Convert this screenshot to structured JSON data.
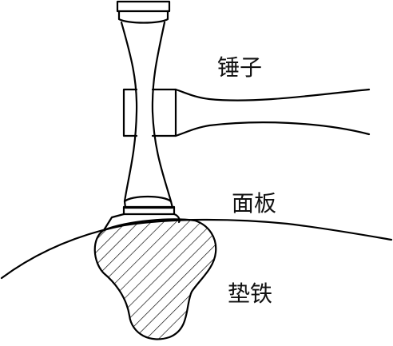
{
  "labels": {
    "hammer": "锤子",
    "panel": "面板",
    "backing_iron": "垫铁"
  },
  "colors": {
    "line": "#000000",
    "background": "#ffffff"
  }
}
